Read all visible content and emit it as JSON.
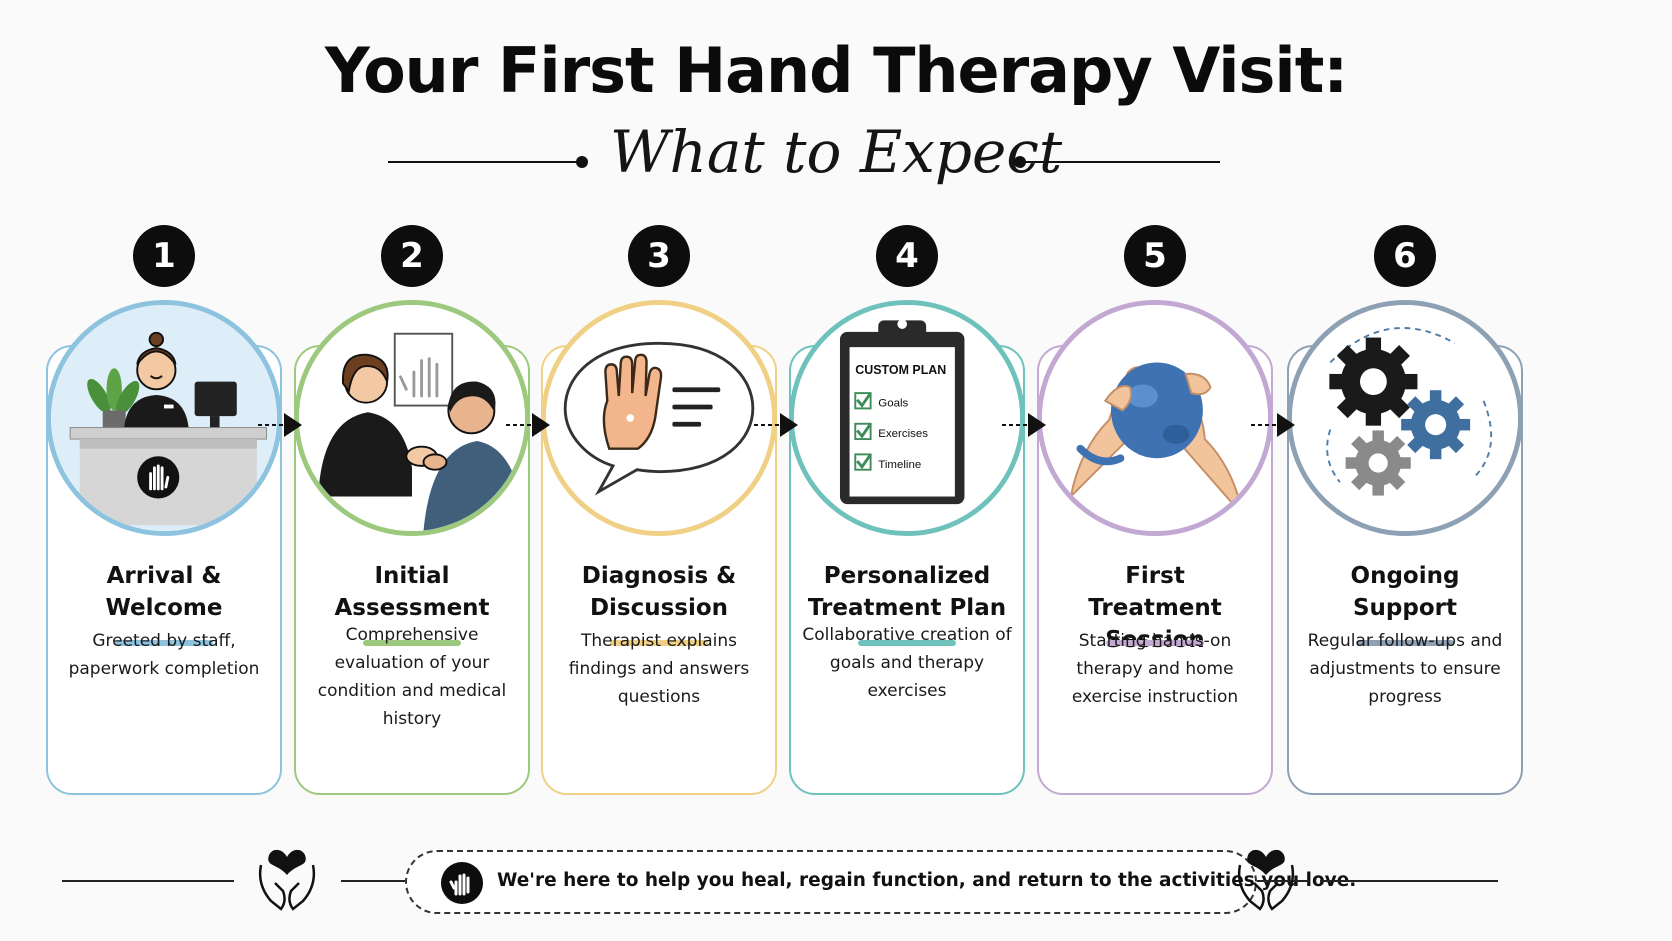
{
  "header": {
    "title": "Your First Hand Therapy Visit:",
    "subtitle": "What to Expect"
  },
  "steps": [
    {
      "number": "1",
      "title_line1": "Arrival &",
      "title_line2": "Welcome",
      "description": "Greeted by staff, paperwork completion",
      "color": "#8ec3df",
      "illustration": "front-desk-receptionist"
    },
    {
      "number": "2",
      "title_line1": "Initial",
      "title_line2": "Assessment",
      "description": "Comprehensive evaluation of your condition and medical history",
      "color": "#9cc97e",
      "illustration": "therapist-examining-hand"
    },
    {
      "number": "3",
      "title_line1": "Diagnosis &",
      "title_line2": "Discussion",
      "description": "Therapist explains findings and answers questions",
      "color": "#f0d084",
      "illustration": "hand-speech-bubble"
    },
    {
      "number": "4",
      "title_line1": "Personalized",
      "title_line2": "Treatment Plan",
      "description": "Collaborative creation of goals and therapy exercises",
      "color": "#6fc2bc",
      "illustration": "clipboard-custom-plan"
    },
    {
      "number": "5",
      "title_line1": "First",
      "title_line2": "Treatment Session",
      "description": "Starting hands-on therapy and home exercise instruction",
      "color": "#c2a8d2",
      "illustration": "hands-squeezing-ball"
    },
    {
      "number": "6",
      "title_line1": "Ongoing",
      "title_line2": "Support",
      "description": "Regular follow-ups and adjustments to ensure progress",
      "color": "#8ea1b4",
      "illustration": "gears"
    }
  ],
  "clipboard": {
    "heading": "CUSTOM PLAN",
    "items": [
      "Goals",
      "Exercises",
      "Timeline"
    ]
  },
  "footer": {
    "message": "We're here to help you heal, regain function, and return to the activities you love."
  }
}
